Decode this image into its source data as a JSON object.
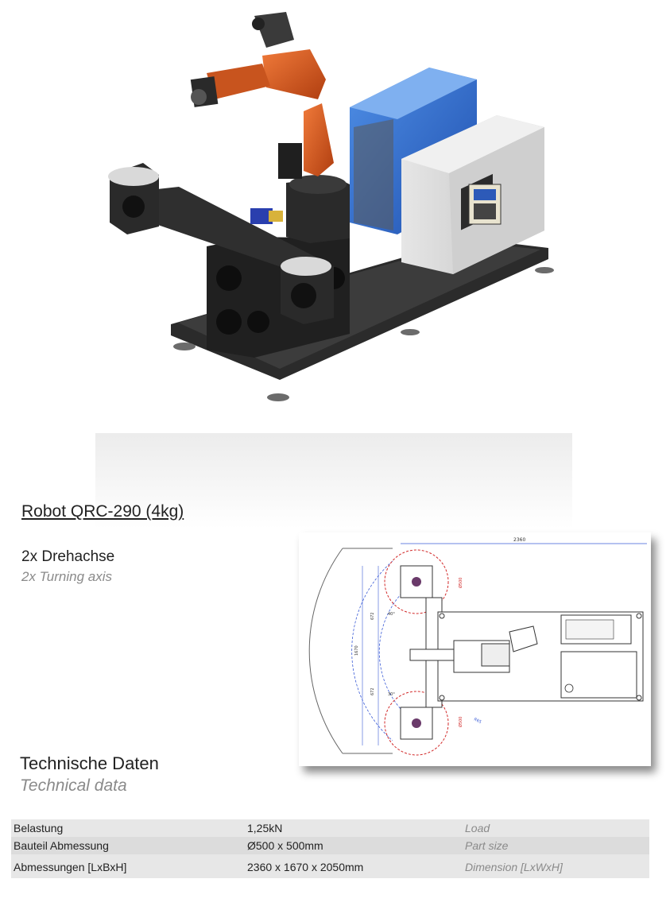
{
  "product": {
    "title": "Robot QRC-290 (4kg)"
  },
  "feature": {
    "label_de": "2x Drehachse",
    "label_en": "2x  Turning axis"
  },
  "drawing": {
    "dim_overall_length": "2360",
    "dim_overall_width": "1670",
    "dim_half_width_top": "672",
    "dim_half_width_bottom": "672",
    "dim_table_top": "Ø500",
    "dim_table_bottom": "Ø500",
    "dim_angle_top": "40°",
    "dim_angle_bottom": "30°",
    "dim_radius": "R65"
  },
  "tech": {
    "heading_de": "Technische Daten",
    "heading_en": "Technical data"
  },
  "specs": [
    {
      "de": "Belastung",
      "value": "1,25kN",
      "en": "Load"
    },
    {
      "de": "Bauteil Abmessung",
      "value": "Ø500 x 500mm",
      "en": "Part size"
    },
    {
      "de": "Abmessungen [LxBxH]",
      "value": "2360 x 1670 x 2050mm",
      "en": "Dimension [LxWxH]"
    }
  ],
  "colors": {
    "robot_arm": "#e0561b",
    "cabinet_blue": "#2f6fd0",
    "frame_dark": "#2b2b2b",
    "drawing_red": "#d22a2a",
    "drawing_blue": "#3a5bd6"
  }
}
